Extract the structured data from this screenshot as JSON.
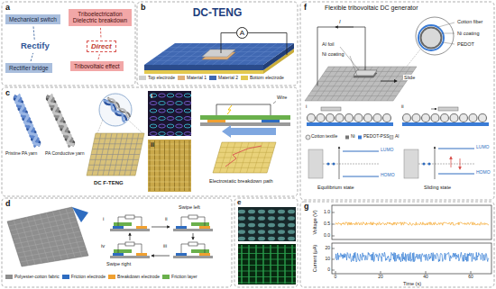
{
  "diagram": {
    "nodes": [
      {
        "text": [
          "Mechanical switch"
        ]
      },
      {
        "text": [
          "Triboelectrication Dielectric breakdown"
        ]
      },
      {
        "text": [
          "Rectify"
        ]
      },
      {
        "text": [
          "Direct"
        ]
      },
      {
        "text": [
          "Rectifier bridge"
        ]
      },
      {
        "text": [
          "Tribovoltaic effect"
        ]
      },
      {
        "text": [
          "A"
        ]
      }
    ],
    "edges": [
      {
        "from": 0,
        "to": 2,
        "arrow": "none"
      },
      {
        "from": 4,
        "to": 2,
        "arrow": "none"
      },
      {
        "from": 1,
        "to": 3,
        "arrow": "none"
      },
      {
        "from": 5,
        "to": 3,
        "arrow": "none"
      }
    ],
    "labels": [
      "a",
      "b",
      "DC-TENG",
      "c",
      "Pristine PA yarn",
      "PA Conductive yarn",
      "DC F-TENG",
      "i",
      "ii",
      "Wire",
      "Electrostatic breakdown path",
      "d",
      "i",
      "ii",
      "iii",
      "iv",
      "Swipe left",
      "Swipe right",
      "e",
      "f",
      "Flexible tribovoltaic DC generator",
      "Cotton fiber",
      "Ni coating",
      "PEDOT",
      "I",
      "Slide",
      "Al foil",
      "Ni coating",
      "i",
      "ii",
      "Cotton textile",
      "Ni",
      "PEDOT-PSS",
      "Al",
      "LUMO",
      "HOMO",
      "Equilibrium state",
      "LUMO",
      "HOMO",
      "Sliding state",
      "g",
      "Voltage (V)",
      "Current (μA)",
      "1.0",
      "0.5",
      "0.0",
      "20",
      "10",
      "0",
      "0",
      "20",
      "40",
      "60",
      "Time (s)"
    ],
    "legend": [
      {
        "text": "Top electrode",
        "color": "#cfcfcf"
      },
      {
        "text": "Material 1",
        "color": "#e0b07a"
      },
      {
        "text": "Material 2",
        "color": "#4068b2"
      },
      {
        "text": "Bottom electrode",
        "color": "#e3c94f"
      },
      {
        "text": "Polyester-cotton fabric",
        "color": "#8e8e8e"
      },
      {
        "text": "Friction electrode",
        "color": "#2e6cc0"
      },
      {
        "text": "Breakdown electrode",
        "color": "#f0a030"
      },
      {
        "text": "Friction layer",
        "color": "#6ab04c"
      }
    ]
  }
}
